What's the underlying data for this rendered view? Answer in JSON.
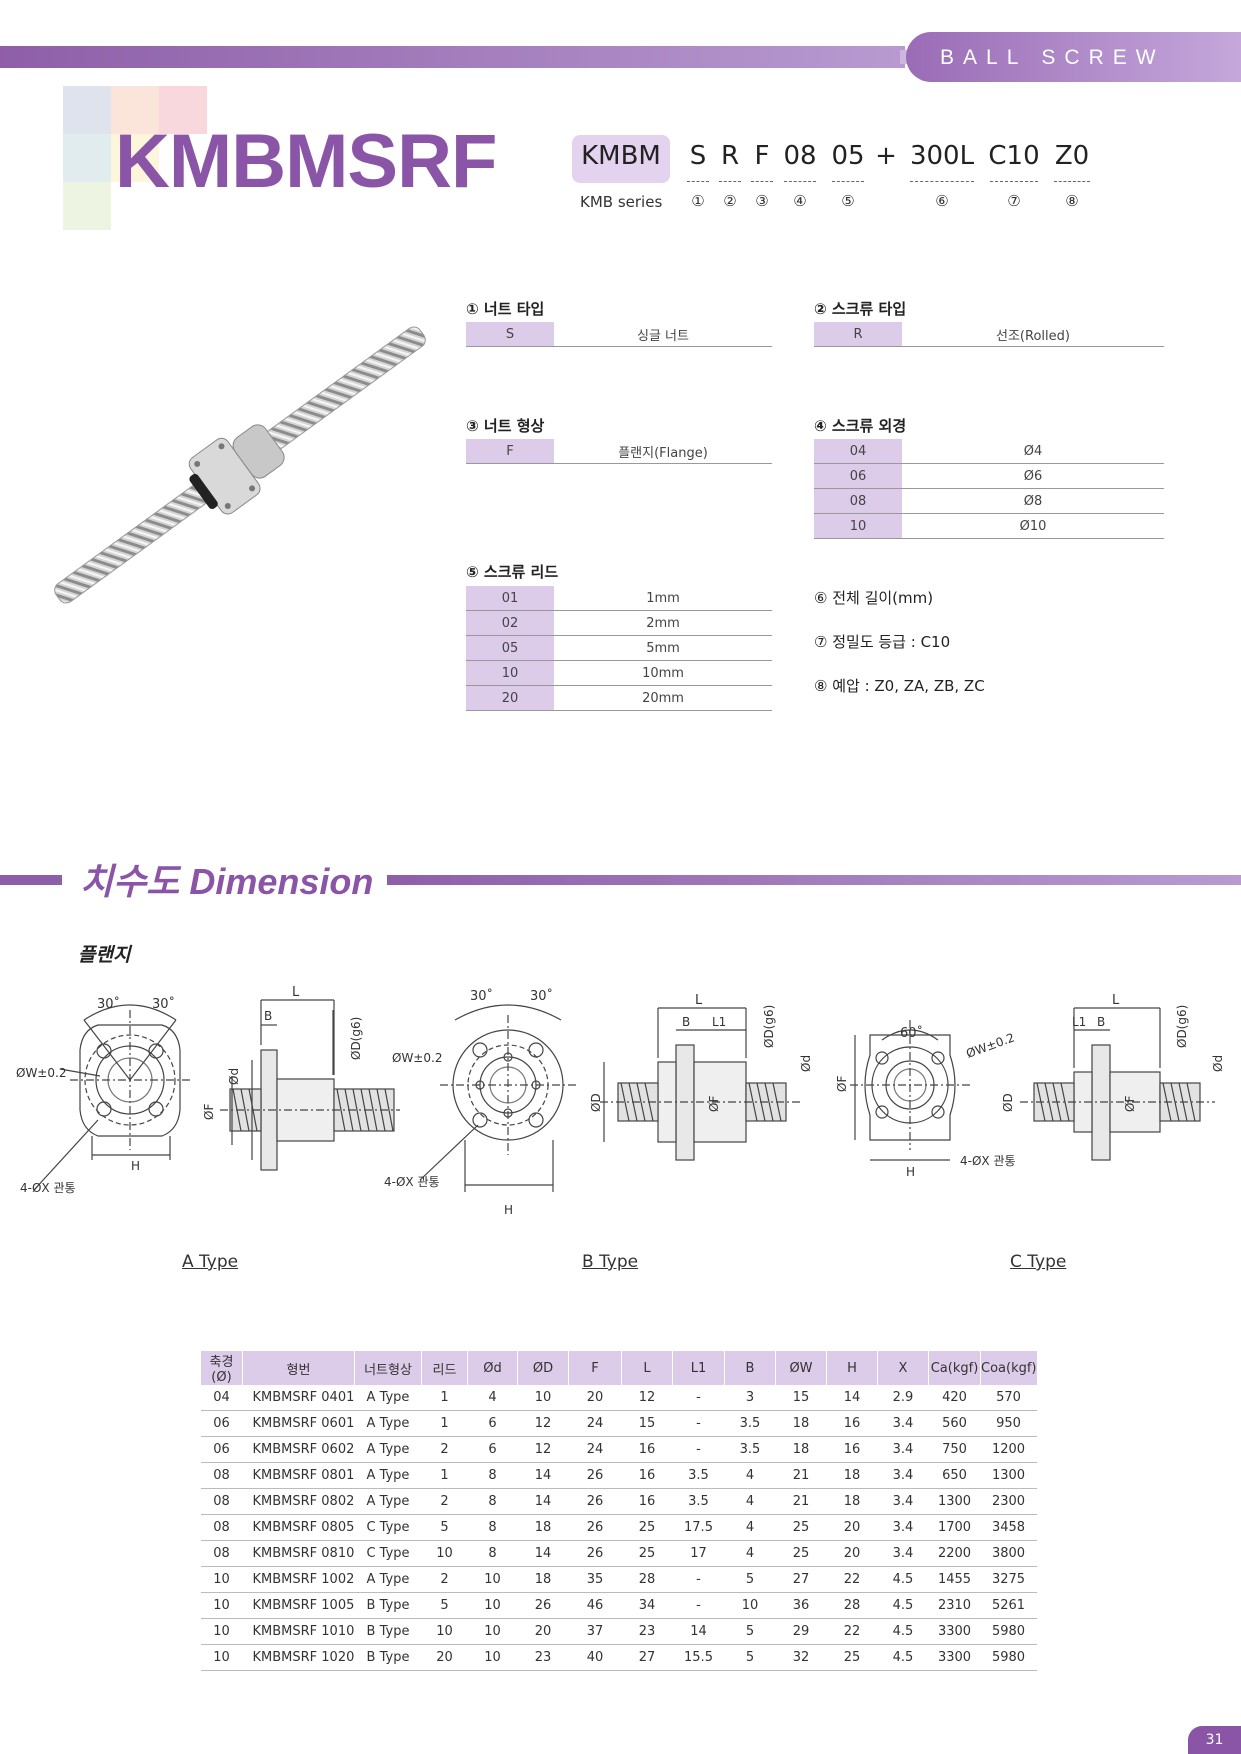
{
  "header": {
    "series_label": "BALL SCREW"
  },
  "product_title": "KMBMSRF",
  "code": {
    "prefix": "KMBM",
    "series_caption": "KMB series",
    "parts": [
      {
        "text": "S",
        "num": "①"
      },
      {
        "text": "R",
        "num": "②"
      },
      {
        "text": "F",
        "num": "③"
      },
      {
        "text": "08",
        "num": "④"
      },
      {
        "text": "05",
        "num": "⑤"
      },
      {
        "text": "+",
        "num": ""
      },
      {
        "text": "300L",
        "num": "⑥"
      },
      {
        "text": "C10",
        "num": "⑦"
      },
      {
        "text": "Z0",
        "num": "⑧"
      }
    ]
  },
  "options": {
    "nut_type": {
      "title": "① 너트 타입",
      "rows": [
        [
          "S",
          "싱글 너트"
        ]
      ]
    },
    "screw_type": {
      "title": "② 스크류 타입",
      "rows": [
        [
          "R",
          "선조(Rolled)"
        ]
      ]
    },
    "nut_shape": {
      "title": "③ 너트 형상",
      "rows": [
        [
          "F",
          "플랜지(Flange)"
        ]
      ]
    },
    "screw_od": {
      "title": "④ 스크류 외경",
      "rows": [
        [
          "04",
          "Ø4"
        ],
        [
          "06",
          "Ø6"
        ],
        [
          "08",
          "Ø8"
        ],
        [
          "10",
          "Ø10"
        ]
      ]
    },
    "screw_lead": {
      "title": "⑤ 스크류 리드",
      "rows": [
        [
          "01",
          "1mm"
        ],
        [
          "02",
          "2mm"
        ],
        [
          "05",
          "5mm"
        ],
        [
          "10",
          "10mm"
        ],
        [
          "20",
          "20mm"
        ]
      ]
    },
    "notes": [
      "⑥ 전체 길이(mm)",
      "⑦ 정밀도 등급 : C10",
      "⑧ 예압 : Z0, ZA, ZB, ZC"
    ]
  },
  "dimension": {
    "title": "치수도 Dimension",
    "subtitle": "플랜지",
    "types": [
      "A Type",
      "B Type",
      "C Type"
    ],
    "labels": {
      "deg30": "30˚",
      "deg60": "60˚",
      "w": "ØW±0.2",
      "hole": "4-ØX 관통",
      "h": "H",
      "l": "L",
      "l1": "L1",
      "b": "B",
      "d_g6": "ØD(g6)",
      "d_small": "Ød",
      "f": "ØF",
      "d": "ØD"
    }
  },
  "spec_table": {
    "headers": [
      "축경(Ø)",
      "형번",
      "너트형상",
      "리드",
      "Ød",
      "ØD",
      "F",
      "L",
      "L1",
      "B",
      "ØW",
      "H",
      "X",
      "Ca(kgf)",
      "Coa(kgf)"
    ],
    "rows": [
      [
        "04",
        "KMBMSRF 0401",
        "A Type",
        "1",
        "4",
        "10",
        "20",
        "12",
        "-",
        "3",
        "15",
        "14",
        "2.9",
        "420",
        "570"
      ],
      [
        "06",
        "KMBMSRF 0601",
        "A Type",
        "1",
        "6",
        "12",
        "24",
        "15",
        "-",
        "3.5",
        "18",
        "16",
        "3.4",
        "560",
        "950"
      ],
      [
        "06",
        "KMBMSRF 0602",
        "A Type",
        "2",
        "6",
        "12",
        "24",
        "16",
        "-",
        "3.5",
        "18",
        "16",
        "3.4",
        "750",
        "1200"
      ],
      [
        "08",
        "KMBMSRF 0801",
        "A Type",
        "1",
        "8",
        "14",
        "26",
        "16",
        "3.5",
        "4",
        "21",
        "18",
        "3.4",
        "650",
        "1300"
      ],
      [
        "08",
        "KMBMSRF 0802",
        "A Type",
        "2",
        "8",
        "14",
        "26",
        "16",
        "3.5",
        "4",
        "21",
        "18",
        "3.4",
        "1300",
        "2300"
      ],
      [
        "08",
        "KMBMSRF 0805",
        "C Type",
        "5",
        "8",
        "18",
        "26",
        "25",
        "17.5",
        "4",
        "25",
        "20",
        "3.4",
        "1700",
        "3458"
      ],
      [
        "08",
        "KMBMSRF 0810",
        "C Type",
        "10",
        "8",
        "14",
        "26",
        "25",
        "17",
        "4",
        "25",
        "20",
        "3.4",
        "2200",
        "3800"
      ],
      [
        "10",
        "KMBMSRF 1002",
        "A Type",
        "2",
        "10",
        "18",
        "35",
        "28",
        "-",
        "5",
        "27",
        "22",
        "4.5",
        "1455",
        "3275"
      ],
      [
        "10",
        "KMBMSRF 1005",
        "B Type",
        "5",
        "10",
        "26",
        "46",
        "34",
        "-",
        "10",
        "36",
        "28",
        "4.5",
        "2310",
        "5261"
      ],
      [
        "10",
        "KMBMSRF 1010",
        "B Type",
        "10",
        "10",
        "20",
        "37",
        "23",
        "14",
        "5",
        "29",
        "22",
        "4.5",
        "3300",
        "5980"
      ],
      [
        "10",
        "KMBMSRF 1020",
        "B Type",
        "20",
        "10",
        "23",
        "40",
        "27",
        "15.5",
        "5",
        "32",
        "25",
        "4.5",
        "3300",
        "5980"
      ]
    ]
  },
  "page_number": "31",
  "colors": {
    "accent": "#8a55a6",
    "header_cell": "#dccbe9"
  }
}
